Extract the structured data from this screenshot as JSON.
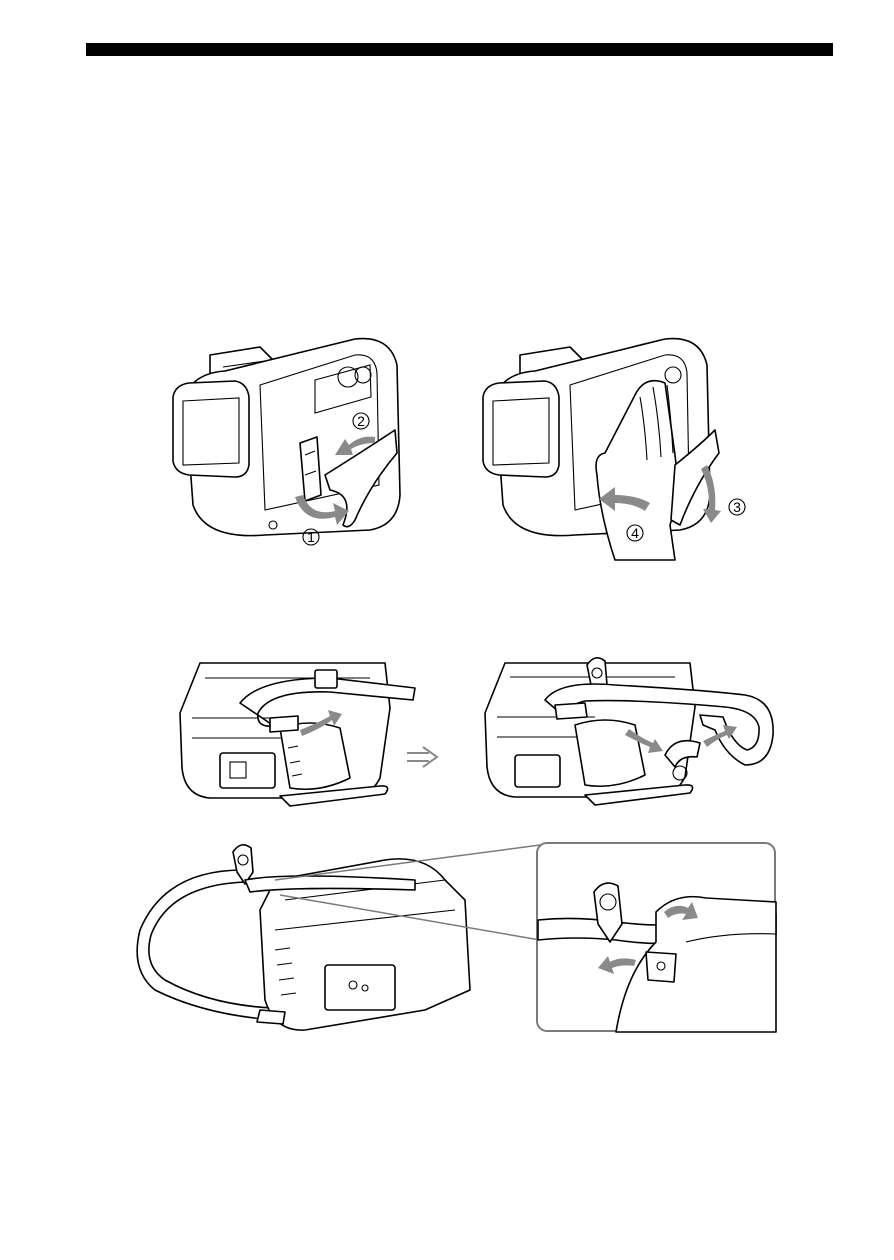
{
  "page": {
    "header_rule": "black-bar"
  },
  "figure_top": {
    "left_steps": [
      "1",
      "2"
    ],
    "right_steps": [
      "3",
      "4"
    ]
  },
  "figure_middle": {
    "transition_glyph": "⇒"
  },
  "colors": {
    "ink": "#000000",
    "arrow_gray": "#8a8a8a",
    "inset_frame": "#7a7a7a"
  },
  "icons": [
    "camera-housing-illustration",
    "hand-illustration",
    "strap-illustration",
    "double-arrow-icon",
    "magnified-inset"
  ]
}
